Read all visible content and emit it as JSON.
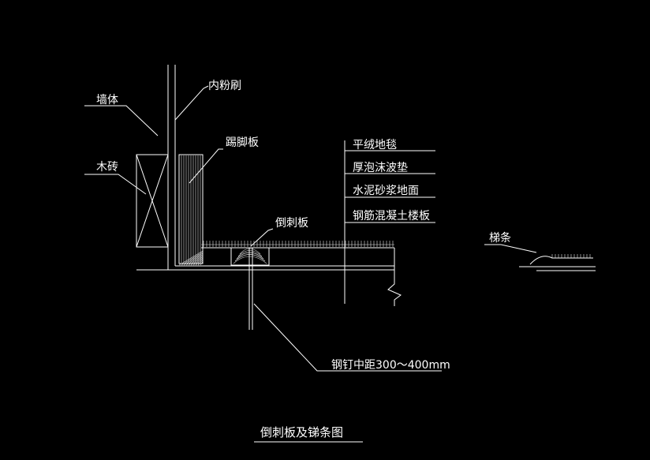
{
  "colors": {
    "background": "#000000",
    "lines": "#ffffff",
    "detail": "#e6e6e6"
  },
  "labels": {
    "wall": "墙体",
    "inner_paint": "内粉刷",
    "wood_brick": "木砖",
    "skirting": "踢脚板",
    "carpet": "平绒地毯",
    "foam_pad": "厚泡沫波垫",
    "mortar": "水泥砂浆地面",
    "concrete_slab": "钢筋混凝土楼板",
    "gripper": "倒刺板",
    "nail_spacing": "钢钉中距300～400mm",
    "strip": "梯条"
  },
  "title": "倒刺板及锑条图"
}
